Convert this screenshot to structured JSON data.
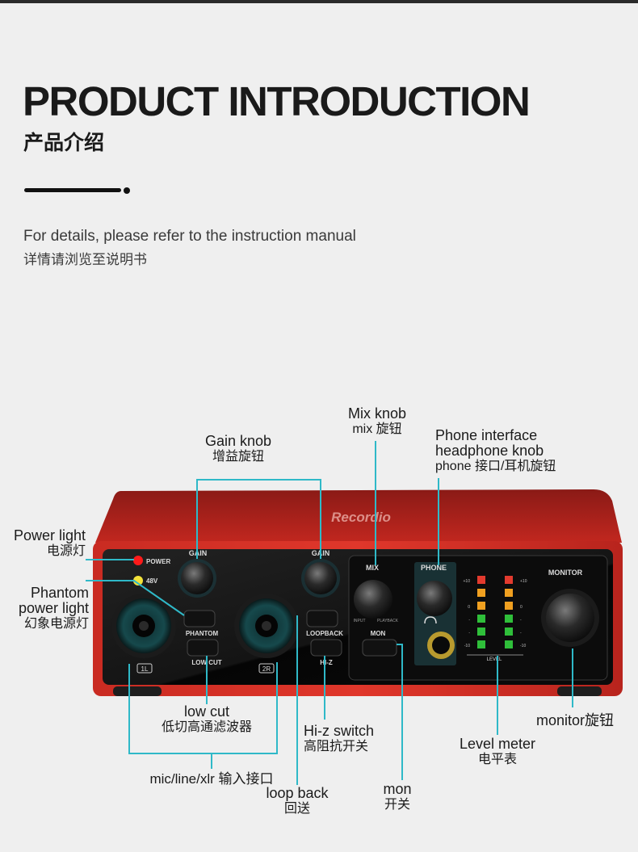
{
  "header": {
    "title": "PRODUCT INTRODUCTION",
    "subtitle": "产品介绍",
    "details_en": "For details, please refer to the instruction manual",
    "details_cn": "详情请浏览至说明书"
  },
  "device": {
    "brand": "Recordio",
    "power_label": "POWER",
    "phantom_label": "48V",
    "gain1_label": "GAIN",
    "gain2_label": "GAIN",
    "mix_label": "MIX",
    "mix_input": "INPUT",
    "mix_playback": "PLAYBACK",
    "phone_label": "PHONE",
    "monitor_label": "MONITOR",
    "phantom_button_label": "PHANTOM",
    "lowcut_button_label": "LOW CUT",
    "loopback_button_label": "LOOPBACK",
    "hiz_button_label": "HI-Z",
    "mon_button_label": "MON",
    "input1_tag": "1L",
    "input2_tag": "2R",
    "level_label": "LEVEL",
    "meter_scale": [
      "+10",
      "0",
      "-",
      "-",
      "-10"
    ],
    "meter_colors": [
      "#e23a2e",
      "#f0a020",
      "#f0a020",
      "#2fbf3a",
      "#2fbf3a",
      "#2fbf3a"
    ],
    "accent_red": "#b3261e",
    "line_color": "#2fb9c8"
  },
  "callouts": {
    "gain": {
      "en": "Gain knob",
      "cn": "增益旋钮"
    },
    "mix": {
      "en": "Mix knob",
      "cn": "mix 旋钮"
    },
    "phone": {
      "en1": "Phone interface",
      "en2": "headphone knob",
      "cn": "phone 接口/耳机旋钮"
    },
    "power": {
      "en": "Power light",
      "cn": "电源灯"
    },
    "phantom": {
      "en1": "Phantom",
      "en2": "power light",
      "cn": "幻象电源灯"
    },
    "lowcut": {
      "en": "low cut",
      "cn": "低切高通滤波器"
    },
    "hiz": {
      "en": "Hi-z switch",
      "cn": "高阻抗开关"
    },
    "monitor": {
      "cn": "monitor旋钮"
    },
    "level": {
      "en": "Level meter",
      "cn": "电平表"
    },
    "input": {
      "cn": "mic/line/xlr 输入接口"
    },
    "loopback": {
      "en": "loop back",
      "cn": "回送"
    },
    "mon": {
      "en": "mon",
      "cn": "开关"
    }
  }
}
